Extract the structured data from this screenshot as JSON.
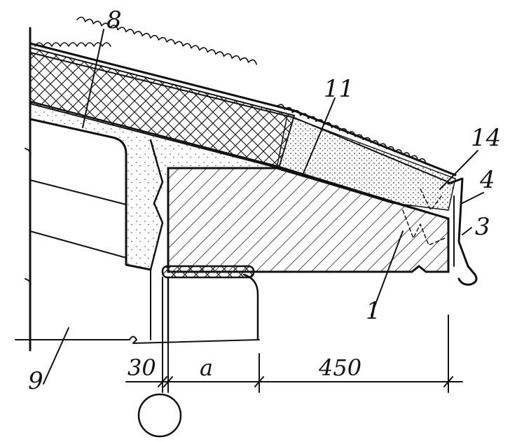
{
  "labels": {
    "l8": "8",
    "l11": "11",
    "l14": "14",
    "l4": "4",
    "l3": "3",
    "l1": "1",
    "l9": "9"
  },
  "dimensions": {
    "d30": "30",
    "da": "a",
    "d450": "450"
  }
}
